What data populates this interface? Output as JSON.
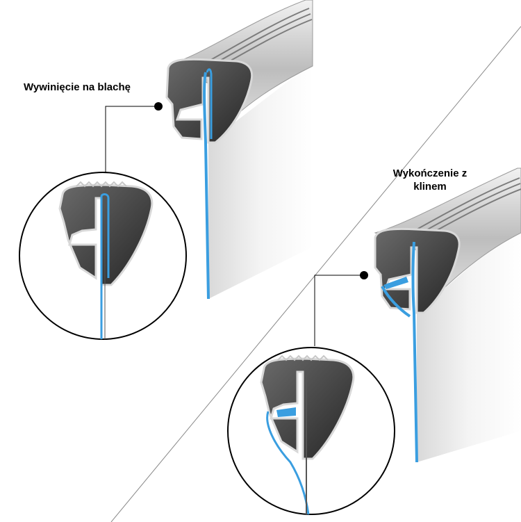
{
  "labels": {
    "fold_over_sheet": "Wywinięcie na blachę",
    "wedge_finish_line1": "Wykończenie z",
    "wedge_finish_line2": "klinem"
  },
  "colors": {
    "liner": "#3a9ee0",
    "profile_dark": "#3c3c3c",
    "profile_light": "#e2e2e2",
    "wall": "#e8e8e8",
    "leader": "#000000"
  }
}
